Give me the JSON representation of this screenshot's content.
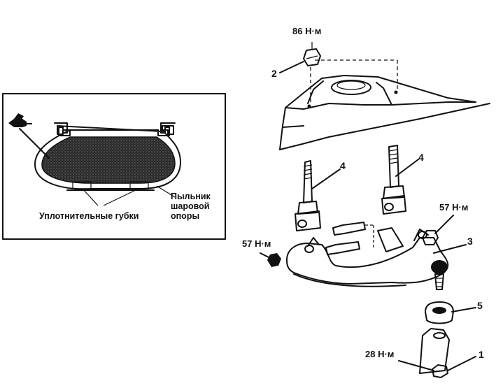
{
  "inset": {
    "seal_lips_label": "Уплотнительные губки",
    "boot_label_lines": [
      "Пыльник",
      "шаровой",
      "опоры"
    ]
  },
  "torques": {
    "top_nut": "86 Н·м",
    "right_arm_nut": "57 Н·м",
    "left_arm_nut": "57 Н·м",
    "bottom_nut": "28 Н·м"
  },
  "callouts": {
    "nut_top": "2",
    "stud_left": "4",
    "stud_right": "4",
    "control_arm": "3",
    "ball_joint_boot": "5",
    "cotter_nut": "1"
  },
  "icons": {
    "grease_gun": "grease-gun-icon"
  }
}
